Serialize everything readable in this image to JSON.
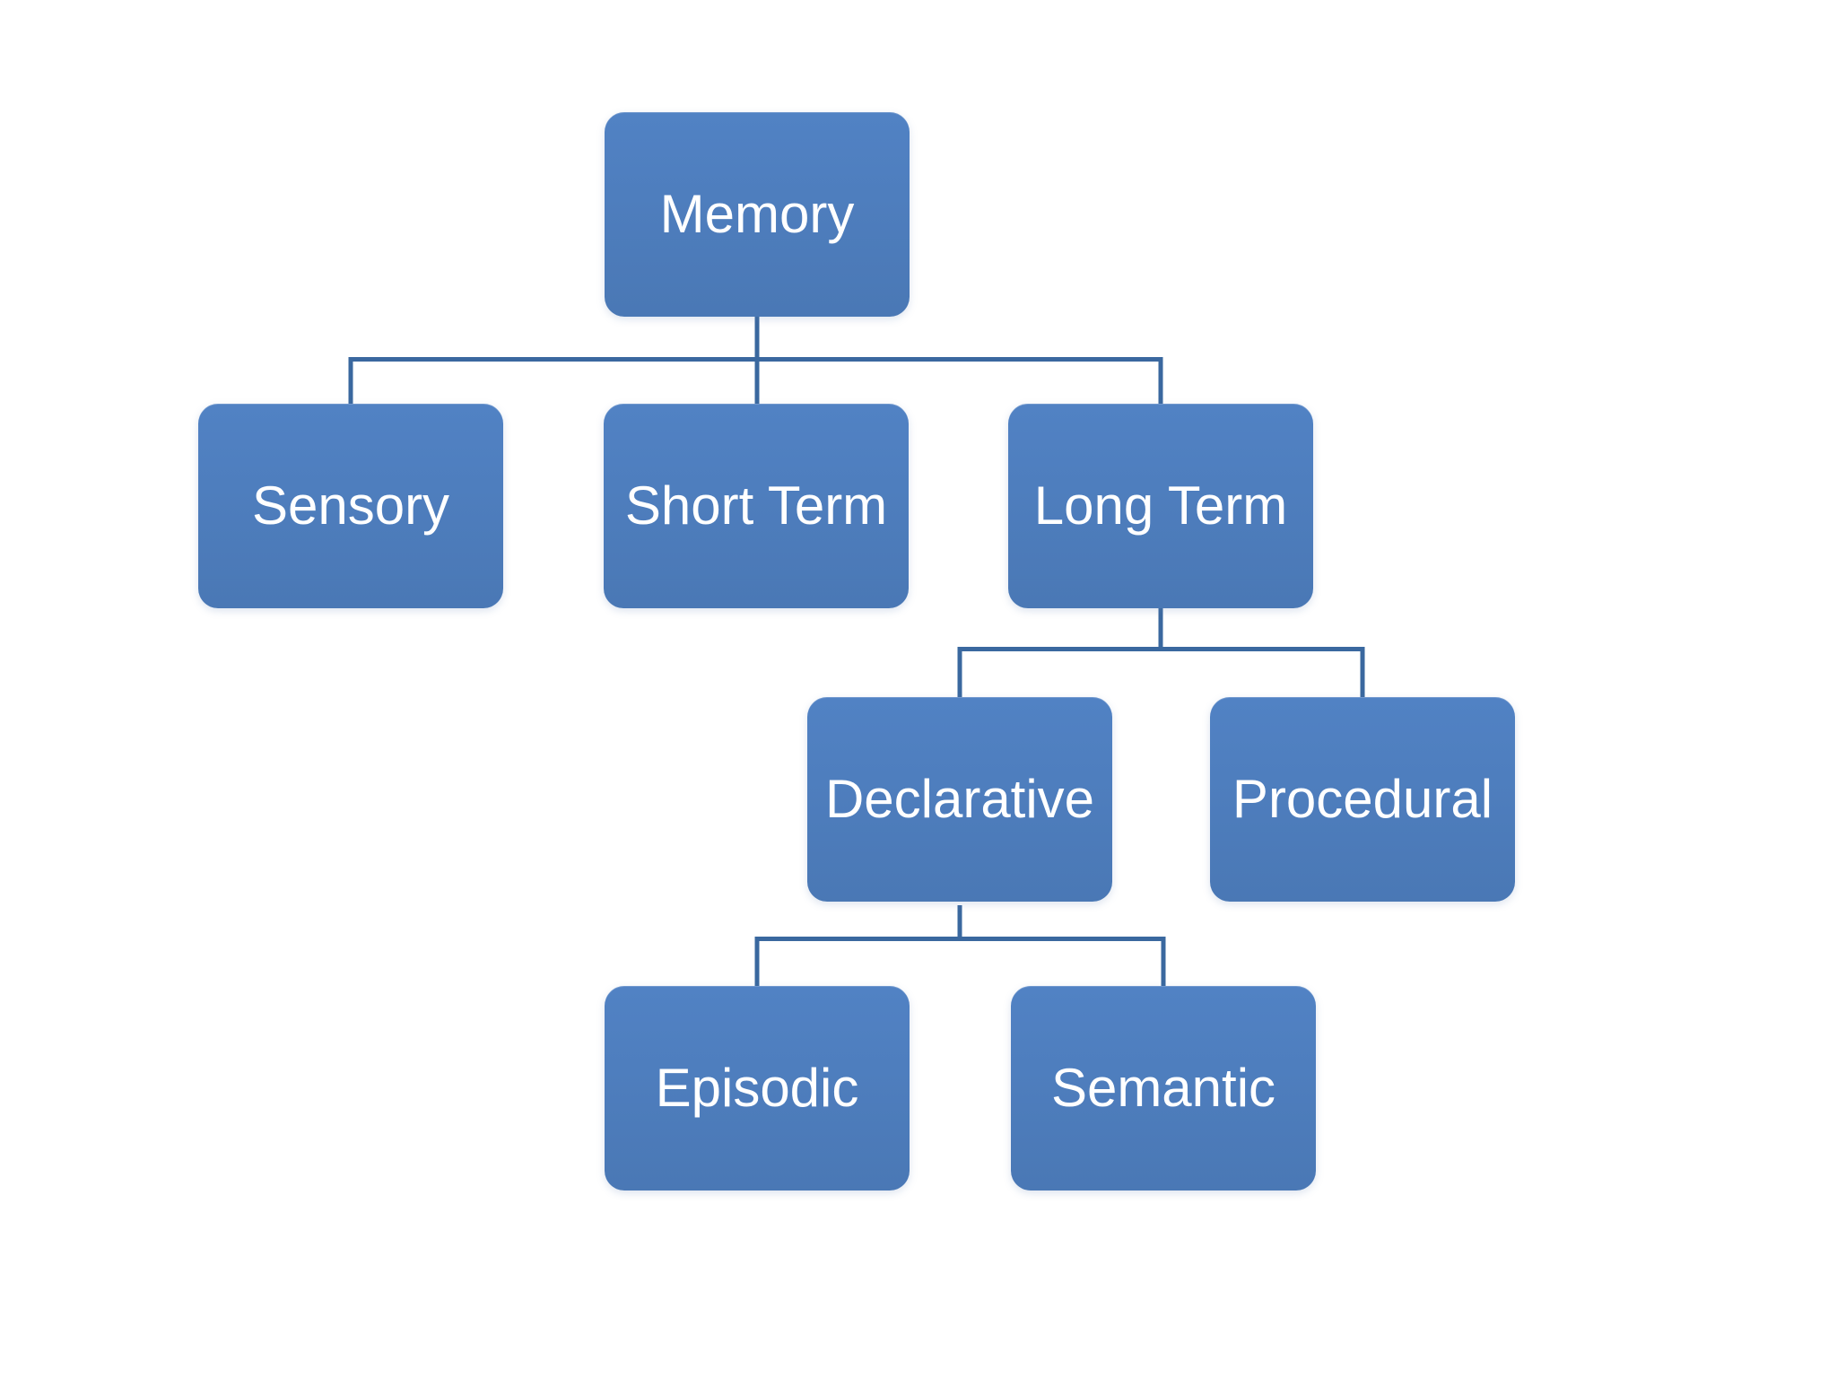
{
  "diagram": {
    "type": "hierarchy-org-chart",
    "topic": "Memory",
    "nodes": {
      "memory": {
        "label": "Memory"
      },
      "sensory": {
        "label": "Sensory"
      },
      "short_term": {
        "label": "Short Term"
      },
      "long_term": {
        "label": "Long Term"
      },
      "declarative": {
        "label": "Declarative"
      },
      "procedural": {
        "label": "Procedural"
      },
      "episodic": {
        "label": "Episodic"
      },
      "semantic": {
        "label": "Semantic"
      }
    },
    "edges": [
      {
        "from": "memory",
        "to": "sensory"
      },
      {
        "from": "memory",
        "to": "short_term"
      },
      {
        "from": "memory",
        "to": "long_term"
      },
      {
        "from": "long_term",
        "to": "declarative"
      },
      {
        "from": "long_term",
        "to": "procedural"
      },
      {
        "from": "declarative",
        "to": "episodic"
      },
      {
        "from": "declarative",
        "to": "semantic"
      }
    ]
  },
  "theme": {
    "background": "#ffffff",
    "node_fill_top": "#5182c4",
    "node_fill_bottom": "#4a78b5",
    "node_text_color": "#ffffff",
    "connector_color": "#3a689f"
  }
}
